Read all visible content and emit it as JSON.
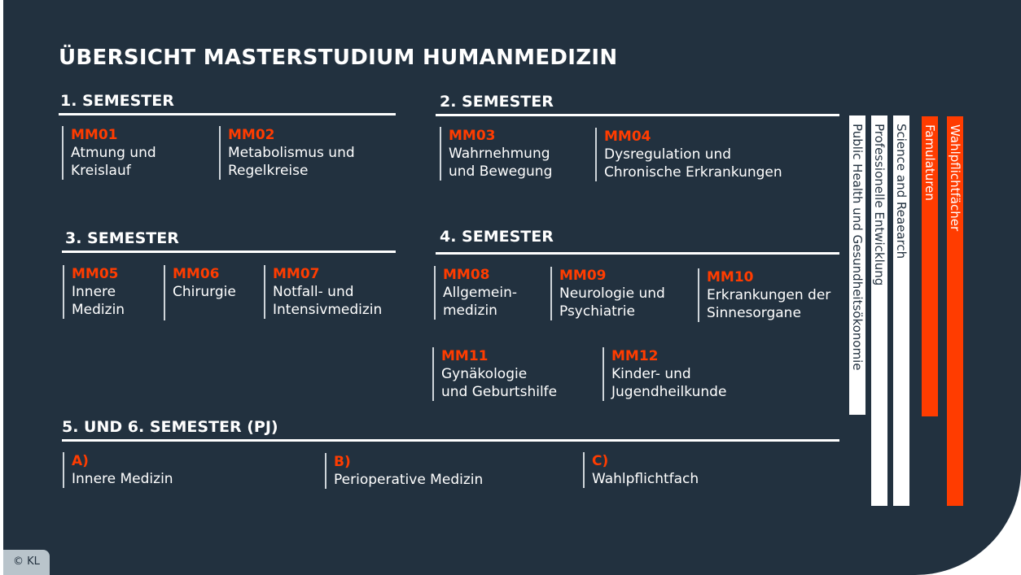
{
  "title": "ÜBERSICHT MASTERSTUDIUM HUMANMEDIZIN",
  "semesters": [
    {
      "label": "1. SEMESTER",
      "modules": [
        {
          "code": "MM01",
          "l1": "Atmung und",
          "l2": "Kreislauf"
        },
        {
          "code": "MM02",
          "l1": "Metabolismus und",
          "l2": "Regelkreise"
        }
      ]
    },
    {
      "label": "2. SEMESTER",
      "modules": [
        {
          "code": "MM03",
          "l1": "Wahrnehmung",
          "l2": "und Bewegung"
        },
        {
          "code": "MM04",
          "l1": "Dysregulation und",
          "l2": "Chronische Erkrankungen"
        }
      ]
    },
    {
      "label": "3. SEMESTER",
      "modules": [
        {
          "code": "MM05",
          "l1": "Innere",
          "l2": "Medizin"
        },
        {
          "code": "MM06",
          "l1": "Chirurgie",
          "l2": ""
        },
        {
          "code": "MM07",
          "l1": "Notfall- und",
          "l2": "Intensivmedizin"
        }
      ]
    },
    {
      "label": "4. SEMESTER",
      "modules": [
        {
          "code": "MM08",
          "l1": "Allgemein-",
          "l2": "medizin"
        },
        {
          "code": "MM09",
          "l1": "Neurologie und",
          "l2": "Psychiatrie"
        },
        {
          "code": "MM10",
          "l1": "Erkrankungen der",
          "l2": "Sinnesorgane"
        },
        {
          "code": "MM11",
          "l1": "Gynäkologie",
          "l2": "und Geburtshilfe"
        },
        {
          "code": "MM12",
          "l1": "Kinder- und",
          "l2": "Jugendheilkunde"
        }
      ]
    },
    {
      "label": "5. UND 6. SEMESTER (PJ)",
      "modules": [
        {
          "code": "A)",
          "l1": "Innere Medizin"
        },
        {
          "code": "B)",
          "l1": "Perioperative Medizin"
        },
        {
          "code": "C)",
          "l1": "Wahlpflichtfach"
        }
      ]
    }
  ],
  "bars": [
    "Public Health und Gesundheitsökonomie",
    "Professionelle Entwicklung",
    "Science and Reaearch",
    "Famulaturen",
    "Wahlpflichtfächer"
  ],
  "copyright": "© KL",
  "colors": {
    "background": "#22313f",
    "accent": "#ff3c00"
  }
}
